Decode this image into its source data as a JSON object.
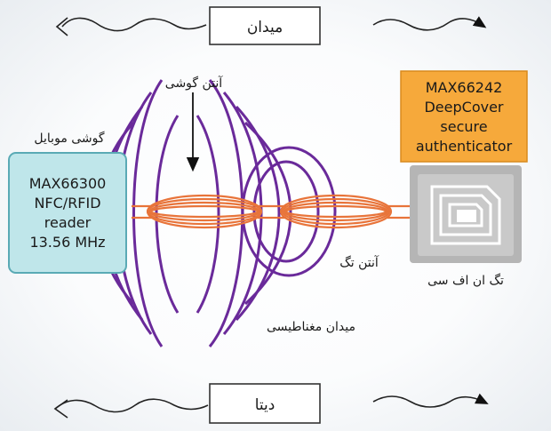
{
  "top_banner": {
    "label": "میدان"
  },
  "bottom_banner": {
    "label": "دیتا"
  },
  "labels": {
    "phone_antenna": "آنتن گوشی",
    "mobile_phone": "گوشی موبایل",
    "tag_antenna": "آنتن تگ",
    "nfc_tag": "تگ ان اف سی",
    "magnetic_field": "میدان مغناطیسی"
  },
  "reader_box": {
    "lines": [
      "MAX66300",
      "NFC/RFID",
      "reader",
      "13.56 MHz"
    ],
    "fill": "#bfe6ea",
    "stroke": "#5aaab5"
  },
  "authenticator_box": {
    "lines": [
      "MAX66242",
      "DeepCover",
      "secure",
      "authenticator"
    ],
    "fill": "#f6a93b",
    "stroke": "#d98a1d"
  },
  "colors": {
    "field_lines": "#6a2a9a",
    "coil": "#e8743a",
    "arrow": "#111111",
    "tag_chip": "#b5b5b5",
    "banner_border": "#333333"
  },
  "icons": {
    "tag_chip": "nfc-card-icon"
  }
}
